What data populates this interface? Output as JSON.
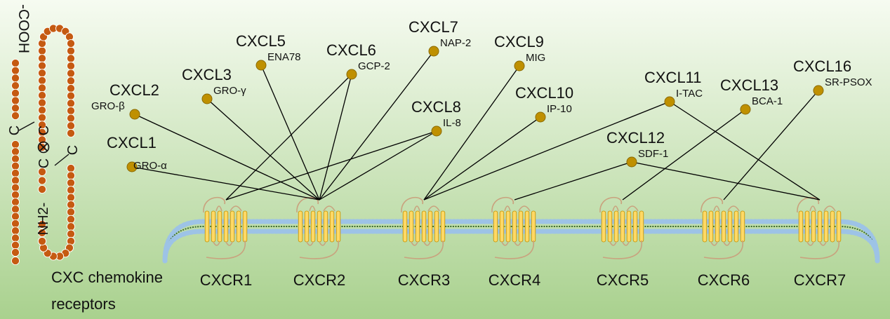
{
  "title_text": "CXC chemokine receptors",
  "title_lines": [
    "CXC chemokine",
    "receptors"
  ],
  "structure_labels": {
    "cooh": "-COOH",
    "c_top": "C",
    "c_mid": "C",
    "x_symbol": "X",
    "c_right": "C",
    "c_outer": "C",
    "nh2": "NH2-"
  },
  "ligands": [
    {
      "name": "CXCL1",
      "alias": "GRO-α"
    },
    {
      "name": "CXCL2",
      "alias": "GRO-β"
    },
    {
      "name": "CXCL3",
      "alias": "GRO-γ"
    },
    {
      "name": "CXCL5",
      "alias": "ENA78"
    },
    {
      "name": "CXCL6",
      "alias": "GCP-2"
    },
    {
      "name": "CXCL7",
      "alias": "NAP-2"
    },
    {
      "name": "CXCL8",
      "alias": "IL-8"
    },
    {
      "name": "CXCL9",
      "alias": "MIG"
    },
    {
      "name": "CXCL10",
      "alias": "IP-10"
    },
    {
      "name": "CXCL11",
      "alias": "I-TAC"
    },
    {
      "name": "CXCL12",
      "alias": "SDF-1"
    },
    {
      "name": "CXCL13",
      "alias": "BCA-1"
    },
    {
      "name": "CXCL16",
      "alias": "SR-PSOX"
    }
  ],
  "receptors": [
    "CXCR1",
    "CXCR2",
    "CXCR3",
    "CXCR4",
    "CXCR5",
    "CXCR6",
    "CXCR7"
  ],
  "bindings": [
    [
      "CXCL1",
      "CXCR2"
    ],
    [
      "CXCL2",
      "CXCR2"
    ],
    [
      "CXCL3",
      "CXCR2"
    ],
    [
      "CXCL5",
      "CXCR2"
    ],
    [
      "CXCL6",
      "CXCR1"
    ],
    [
      "CXCL6",
      "CXCR2"
    ],
    [
      "CXCL7",
      "CXCR2"
    ],
    [
      "CXCL8",
      "CXCR1"
    ],
    [
      "CXCL8",
      "CXCR2"
    ],
    [
      "CXCL9",
      "CXCR3"
    ],
    [
      "CXCL10",
      "CXCR3"
    ],
    [
      "CXCL11",
      "CXCR3"
    ],
    [
      "CXCL11",
      "CXCR7"
    ],
    [
      "CXCL12",
      "CXCR4"
    ],
    [
      "CXCL12",
      "CXCR7"
    ],
    [
      "CXCL13",
      "CXCR5"
    ],
    [
      "CXCL16",
      "CXCR6"
    ]
  ],
  "colors": {
    "background_top": "#f6fbf1",
    "background_bottom": "#a9d18e",
    "bead": "#c55a11",
    "bead_outline": "#ffffff",
    "ligand_dot": "#bf9000",
    "ligand_dot_outline": "#8a6a00",
    "membrane_head": "#9dc3e6",
    "membrane_tail": "#3a6b2c",
    "helix": "#ffd966",
    "helix_outline": "#bf9000",
    "loop": "#c9a27e",
    "line": "#000000"
  }
}
